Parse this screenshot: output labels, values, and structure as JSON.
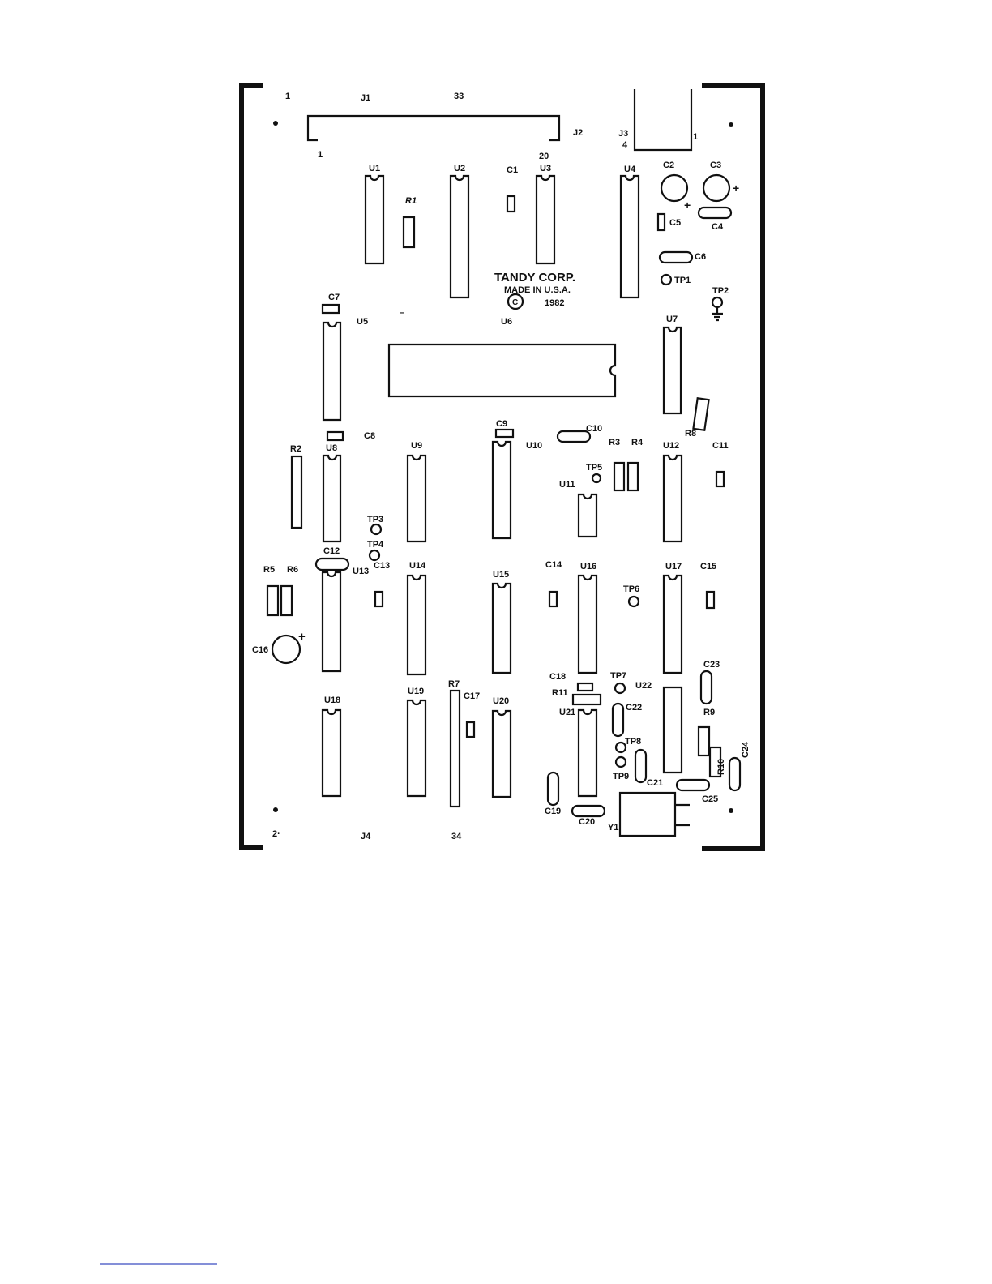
{
  "board": {
    "maker": "TANDY CORP.",
    "made_in": "MADE IN U.S.A.",
    "copyright_symbol": "C",
    "year": "1982"
  },
  "labels": {
    "pin1_top": "1",
    "j1": "J1",
    "pin33": "33",
    "j2": "J2",
    "j3": "J3",
    "j3_pin4": "4",
    "j3_pin1": "1",
    "pin1_j2": "1",
    "pin20": "20",
    "u1": "U1",
    "u2": "U2",
    "c1": "C1",
    "u3": "U3",
    "u4": "U4",
    "c2": "C2",
    "c3": "C3",
    "c2_plus": "+",
    "c3_plus": "+",
    "r1": "R1",
    "c5": "C5",
    "c4": "C4",
    "c6": "C6",
    "tp1": "TP1",
    "tp2": "TP2",
    "c7": "C7",
    "u5": "U5",
    "u6": "U6",
    "u7": "U7",
    "dash": "–",
    "r8": "R8",
    "c8": "C8",
    "c9": "C9",
    "c10": "C10",
    "u10": "U10",
    "r3": "R3",
    "r4": "R4",
    "u12": "U12",
    "c11": "C11",
    "r2": "R2",
    "u8": "U8",
    "u9": "U9",
    "tp5": "TP5",
    "u11": "U11",
    "tp3": "TP3",
    "tp4": "TP4",
    "c12": "C12",
    "c13": "C13",
    "u13": "U13",
    "r5": "R5",
    "r6": "R6",
    "u14": "U14",
    "u15": "U15",
    "c14": "C14",
    "u16": "U16",
    "tp6": "TP6",
    "u17": "U17",
    "c15": "C15",
    "c16": "C16",
    "c16_plus": "+",
    "c18": "C18",
    "tp7": "TP7",
    "u22": "U22",
    "c23": "C23",
    "r11": "R11",
    "u21": "U21",
    "c22": "C22",
    "r9": "R9",
    "u18": "U18",
    "u19": "U19",
    "r7": "R7",
    "c17": "C17",
    "u20": "U20",
    "tp8": "TP8",
    "tp9": "TP9",
    "r10": "R10",
    "c24": "C24",
    "c21": "C21",
    "c25": "C25",
    "c19": "C19",
    "c20": "C20",
    "y1": "Y1",
    "pin2": "2·",
    "j4": "J4",
    "pin34": "34"
  }
}
